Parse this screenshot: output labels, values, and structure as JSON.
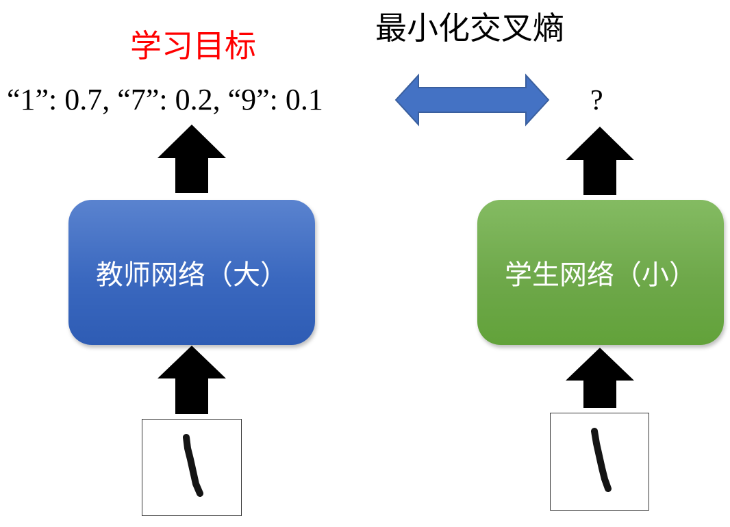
{
  "diagram": {
    "learning_target_label": "学习目标",
    "loss_label": "最小化交叉熵",
    "soft_targets_text": "“1”: 0.7, “7”: 0.2, “9”: 0.1",
    "student_output_text": "?",
    "teacher_network_label": "教师网络（大）",
    "student_network_label": "学生网络（小）"
  },
  "colors": {
    "target_label": "#ff0000",
    "teacher_box": "#3a68bf",
    "student_box": "#6ea84a",
    "double_arrow": "#4472c4",
    "arrow": "#000000"
  },
  "icons": {
    "double_arrow": "double-arrow-icon",
    "up_arrow": "up-arrow-icon",
    "digit_image": "handwritten-digit-one-icon"
  }
}
